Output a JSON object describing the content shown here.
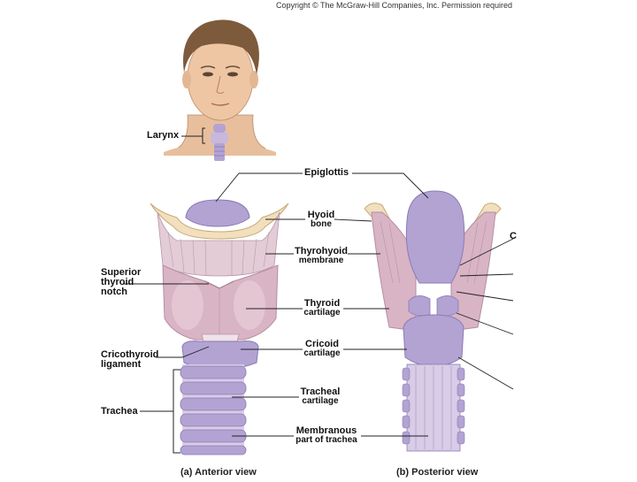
{
  "copyright": "Copyright © The McGraw-Hill Companies, Inc. Permission required",
  "labels": {
    "larynx": "Larynx",
    "epiglottis": "Epiglottis",
    "hyoid_line1": "Hyoid",
    "hyoid_line2": "bone",
    "thyrohyoid_line1": "Thyrohyoid",
    "thyrohyoid_line2": "membrane",
    "superior_line1": "Superior",
    "superior_line2": "thyroid",
    "superior_line3": "notch",
    "thyroid_line1": "Thyroid",
    "thyroid_line2": "cartilage",
    "cricothyroid_line1": "Cricothyroid",
    "cricothyroid_line2": "ligament",
    "cricoid_line1": "Cricoid",
    "cricoid_line2": "cartilage",
    "trachea": "Trachea",
    "tracheal_line1": "Tracheal",
    "tracheal_line2": "cartilage",
    "membranous_line1": "Membranous",
    "membranous_line2": "part of trachea",
    "partial_c": "C"
  },
  "captions": {
    "anterior": "(a) Anterior view",
    "posterior": "(b) Posterior view"
  },
  "colors": {
    "cartilage_pink": "#d9b4c4",
    "cartilage_light": "#ead0da",
    "epiglottis_purple": "#b3a3d3",
    "bone_cream": "#f1dfbd",
    "skin": "#e8bf9d",
    "hair": "#7d5a3b",
    "leader_line": "#222222"
  }
}
